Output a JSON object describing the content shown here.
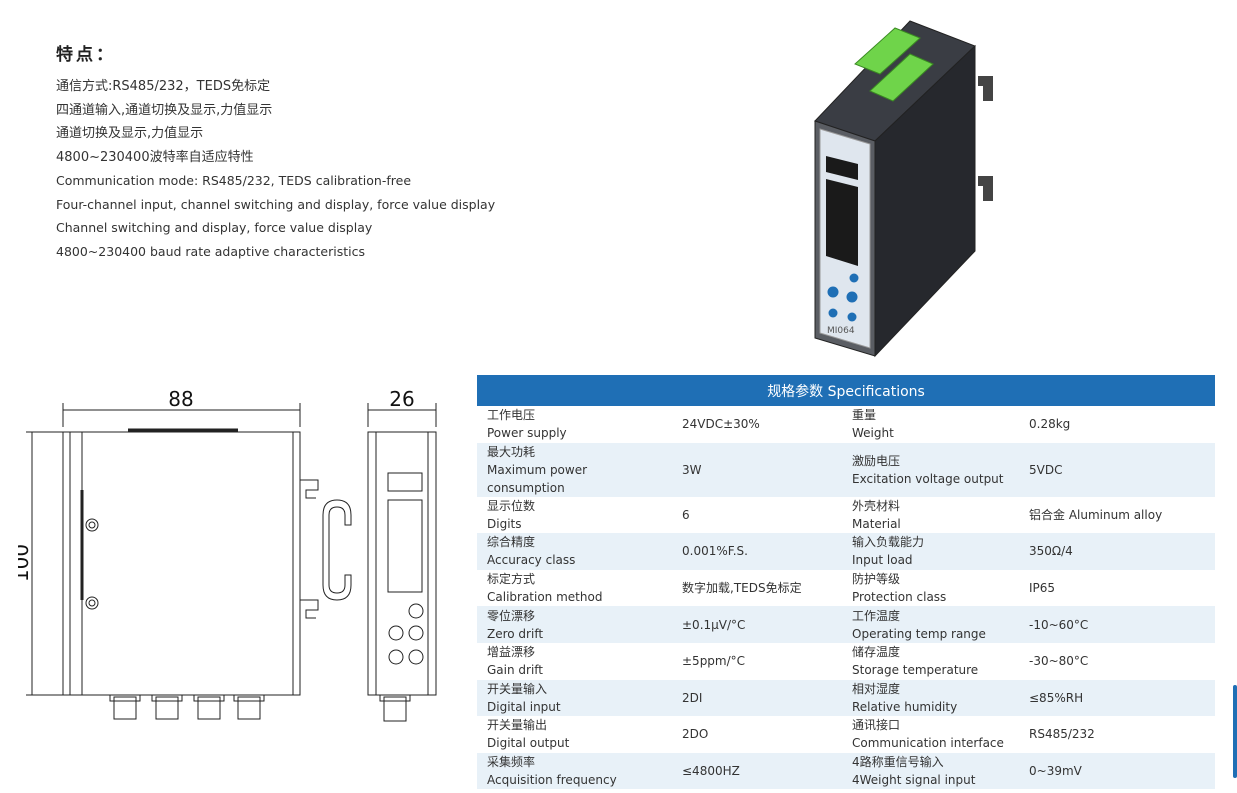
{
  "features": {
    "title": "特点：",
    "lines": [
      "通信方式:RS485/232，TEDS免标定",
      "四通道输入,通道切换及显示,力值显示",
      "通道切换及显示,力值显示",
      "4800~230400波特率自适应特性",
      "Communication mode: RS485/232, TEDS calibration-free",
      "Four-channel input, channel switching and display, force value display",
      "Channel switching and display, force value display",
      "4800~230400 baud rate adaptive characteristics"
    ]
  },
  "product": {
    "model_label": "MI064"
  },
  "drawing": {
    "width_dim": "88",
    "depth_dim": "26",
    "height_dim": "100"
  },
  "spec": {
    "title": "规格参数  Specifications",
    "rows": [
      {
        "l_cn": "工作电压",
        "l_en": "Power supply",
        "l_val": "24VDC±30%",
        "r_cn": "重量",
        "r_en": "Weight",
        "r_val": "0.28kg"
      },
      {
        "l_cn": "最大功耗",
        "l_en": "Maximum power consumption",
        "l_val": "3W",
        "r_cn": "激励电压",
        "r_en": "Excitation voltage output",
        "r_val": "5VDC"
      },
      {
        "l_cn": "显示位数",
        "l_en": "Digits",
        "l_val": "6",
        "r_cn": "外壳材料",
        "r_en": "Material",
        "r_val": "铝合金 Aluminum alloy"
      },
      {
        "l_cn": "综合精度",
        "l_en": "Accuracy class",
        "l_val": "0.001%F.S.",
        "r_cn": "输入负载能力",
        "r_en": "Input load",
        "r_val": "350Ω/4"
      },
      {
        "l_cn": "标定方式",
        "l_en": "Calibration method",
        "l_val": "数字加载,TEDS免标定",
        "r_cn": "防护等级",
        "r_en": "Protection class",
        "r_val": "IP65"
      },
      {
        "l_cn": "零位漂移",
        "l_en": "Zero drift",
        "l_val": "±0.1μV/°C",
        "r_cn": "工作温度",
        "r_en": "Operating temp range",
        "r_val": "-10~60°C"
      },
      {
        "l_cn": "增益漂移",
        "l_en": "Gain drift",
        "l_val": "±5ppm/°C",
        "r_cn": "储存温度",
        "r_en": "Storage temperature",
        "r_val": "-30~80°C"
      },
      {
        "l_cn": "开关量输入",
        "l_en": "Digital input",
        "l_val": "2DI",
        "r_cn": "相对湿度",
        "r_en": "Relative humidity",
        "r_val": "≤85%RH"
      },
      {
        "l_cn": "开关量输出",
        "l_en": "Digital output",
        "l_val": "2DO",
        "r_cn": "通讯接口",
        "r_en": "Communication interface",
        "r_val": "RS485/232"
      },
      {
        "l_cn": "采集频率",
        "l_en": "Acquisition frequency",
        "l_val": "≤4800HZ",
        "r_cn": "4路称重信号输入",
        "r_en": "4Weight signal input",
        "r_val": "0~39mV"
      }
    ]
  },
  "colors": {
    "accent": "#1f6fb5",
    "row_alt": "#e8f1f8",
    "led_green": "#6fd44a"
  }
}
